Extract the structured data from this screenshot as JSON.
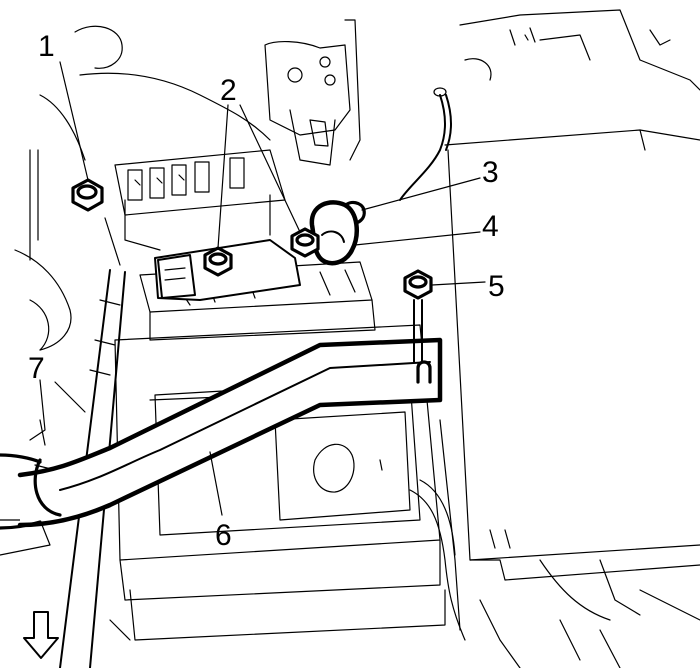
{
  "diagram": {
    "callouts": [
      {
        "id": "1",
        "label": "1"
      },
      {
        "id": "2",
        "label": "2"
      },
      {
        "id": "3",
        "label": "3"
      },
      {
        "id": "4",
        "label": "4"
      },
      {
        "id": "5",
        "label": "5"
      },
      {
        "id": "6",
        "label": "6"
      },
      {
        "id": "7",
        "label": "7"
      }
    ],
    "direction_indicator": "down-arrow-icon"
  }
}
